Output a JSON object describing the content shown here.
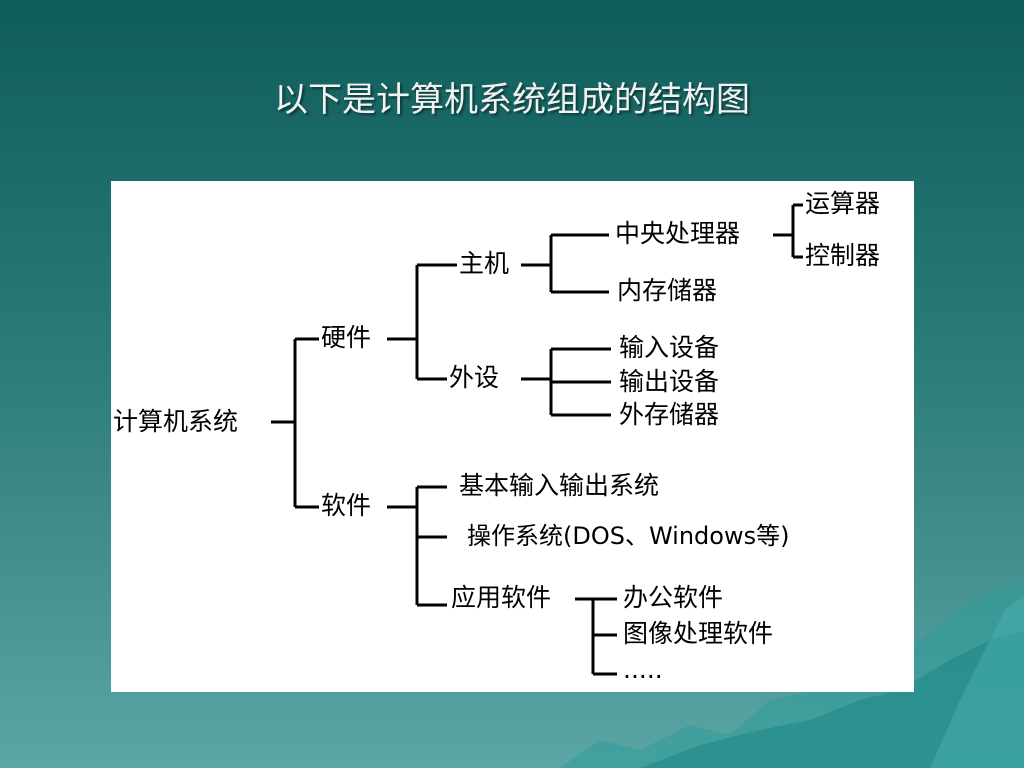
{
  "slide": {
    "title": "以下是计算机系统组成的结构图"
  },
  "diagram": {
    "root": "计算机系统",
    "hardware": {
      "label": "硬件",
      "host": {
        "label": "主机",
        "cpu": {
          "label": "中央处理器",
          "children": [
            "运算器",
            "控制器"
          ]
        },
        "memory": "内存储器"
      },
      "peripheral": {
        "label": "外设",
        "children": [
          "输入设备",
          "输出设备",
          "外存储器"
        ]
      }
    },
    "software": {
      "label": "软件",
      "bios": "基本输入输出系统",
      "os": "操作系统(DOS、Windows等)",
      "apps": {
        "label": "应用软件",
        "children": [
          "办公软件",
          "图像处理软件",
          "....."
        ]
      }
    }
  }
}
